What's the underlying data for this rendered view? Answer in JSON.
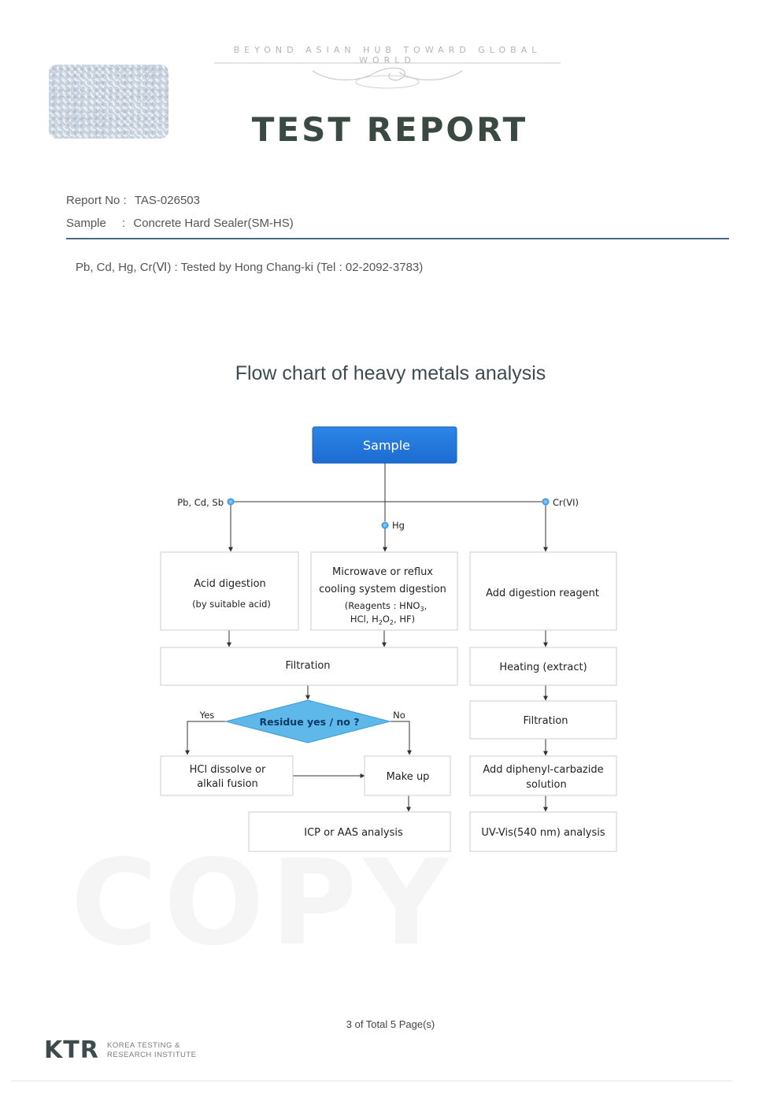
{
  "header": {
    "motto": "BEYOND ASIAN HUB TOWARD GLOBAL WORLD",
    "title": "TEST REPORT"
  },
  "report": {
    "report_no_label": "Report No :",
    "report_no": "TAS-026503",
    "sample_label": "Sample",
    "sample_sep": ":",
    "sample": "Concrete Hard Sealer(SM-HS)",
    "tested_by": "Pb, Cd, Hg, Cr(Ⅵ) : Tested by Hong Chang-ki (Tel : 02-2092-3783)"
  },
  "chart_title": "Flow chart of heavy metals analysis",
  "flow": {
    "sample": "Sample",
    "branch_left": "Pb, Cd, Sb",
    "branch_mid": "Hg",
    "branch_right": "Cr(VI)",
    "acid_1": "Acid digestion",
    "acid_2": "(by suitable acid)",
    "micro_1": "Microwave or reflux",
    "micro_2": "cooling system digestion",
    "micro_3a": "(Reagents : HNO",
    "micro_3b": "3",
    "micro_3c": ",",
    "micro_4a": "HCl, H",
    "micro_4b": "2",
    "micro_4c": "O",
    "micro_4d": "2",
    "micro_4e": ", HF)",
    "add_reagent": "Add digestion reagent",
    "filtration": "Filtration",
    "heating": "Heating (extract)",
    "residue": "Residue yes / no ?",
    "yes": "Yes",
    "no": "No",
    "filtration2": "Filtration",
    "hcl_1": "HCl dissolve or",
    "hcl_2": "alkali fusion",
    "makeup": "Make up",
    "diphenyl_1": "Add diphenyl-carbazide",
    "diphenyl_2": "solution",
    "icp": "ICP or AAS analysis",
    "uvvis": "UV-Vis(540 nm) analysis"
  },
  "watermark": "COPY",
  "footer": {
    "page": "3  of Total   5   Page(s)",
    "logo": "KTR",
    "institute_1": "KOREA TESTING &",
    "institute_2": "RESEARCH INSTITUTE"
  },
  "colors": {
    "accent": "#1e73d8",
    "diamond": "#5fb8ea",
    "rule": "#4d6b80"
  }
}
